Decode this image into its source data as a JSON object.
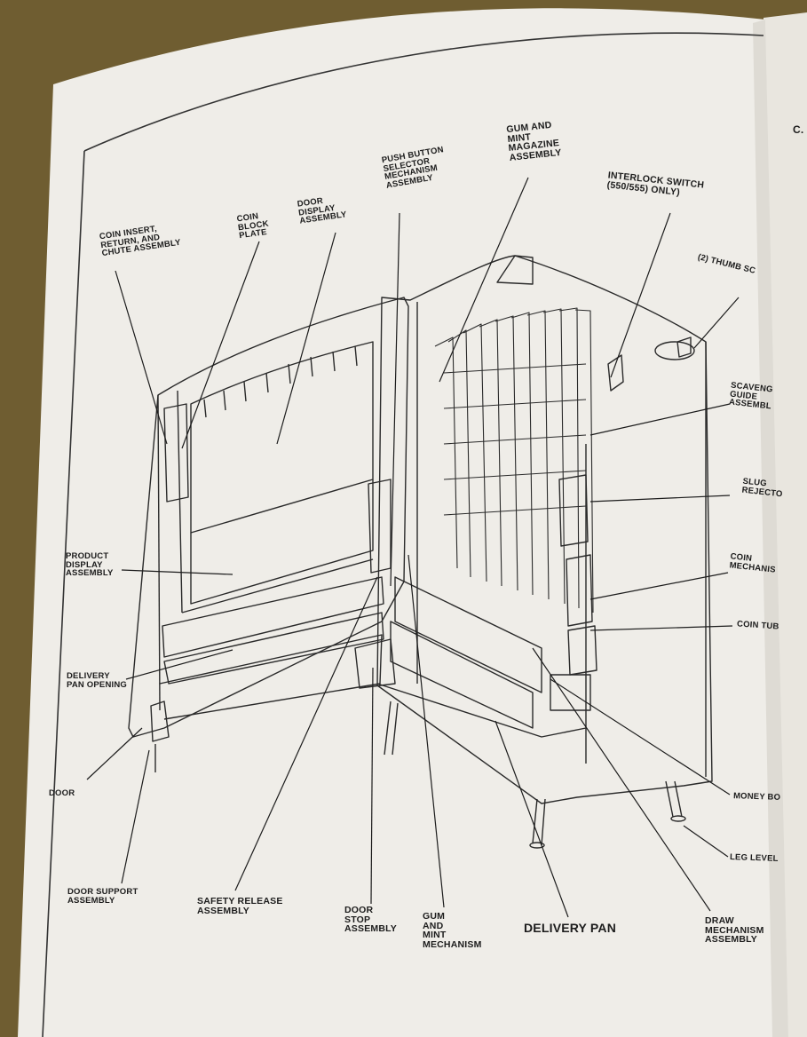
{
  "page": {
    "corner_mark": "C."
  },
  "labels": {
    "coin_insert": "COIN INSERT,\nRETURN, AND\nCHUTE ASSEMBLY",
    "coin_block": "COIN\nBLOCK\nPLATE",
    "door_display": "DOOR\nDISPLAY\nASSEMBLY",
    "push_button": "PUSH BUTTON\nSELECTOR\nMECHANISM\nASSEMBLY",
    "gum_mint_magazine": "GUM AND\nMINT\nMAGAZINE\nASSEMBLY",
    "interlock_switch": "INTERLOCK SWITCH\n(550/555) ONLY)",
    "thumb_screw": "(2) THUMB SC",
    "scavenger_guide": "SCAVENG\nGUIDE\nASSEMBL",
    "slug_rejector": "SLUG\nREJECTO",
    "coin_mechanism": "COIN\nMECHANIS",
    "coin_tube": "COIN TUB",
    "product_display": "PRODUCT\nDISPLAY\nASSEMBLY",
    "delivery_pan_opening": "DELIVERY\nPAN OPENING",
    "door": "DOOR",
    "money_box": "MONEY BO",
    "leg_leveler": "LEG LEVEL",
    "door_support": "DOOR SUPPORT\nASSEMBLY",
    "safety_release": "SAFETY RELEASE\nASSEMBLY",
    "door_stop": "DOOR\nSTOP\nASSEMBLY",
    "gum_mint_mechanism": "GUM\nAND\nMINT\nMECHANISM",
    "delivery_pan": "DELIVERY PAN",
    "draw_mechanism": "DRAW\nMECHANISM\nASSEMBLY"
  }
}
